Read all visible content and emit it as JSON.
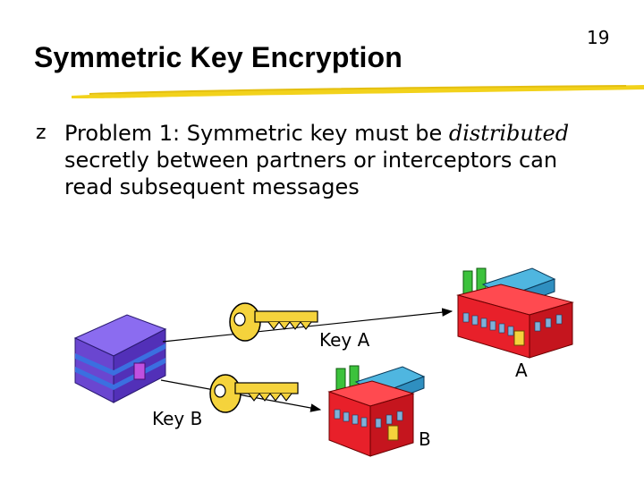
{
  "slide": {
    "number": "19",
    "title": "Symmetric Key Encryption",
    "bullet_marker": "z",
    "bullet_lead": "Problem 1: Symmetric key must be ",
    "bullet_emph": "distributed",
    "bullet_rest": " secretly between partners or interceptors can read subsequent messages"
  },
  "diagram": {
    "key_a_label": "Key A",
    "key_b_label": "Key B",
    "factory_a_label": "A",
    "factory_b_label": "B"
  },
  "colors": {
    "title_underline": "#f2d21b",
    "key_gold": "#f5d33c",
    "key_outline": "#000000",
    "factory_red": "#e8202a",
    "factory_roof": "#4fb6e0",
    "chimney_green": "#3cc23c",
    "building_purple": "#6a46d0",
    "building_stripe": "#3b6fe0"
  }
}
